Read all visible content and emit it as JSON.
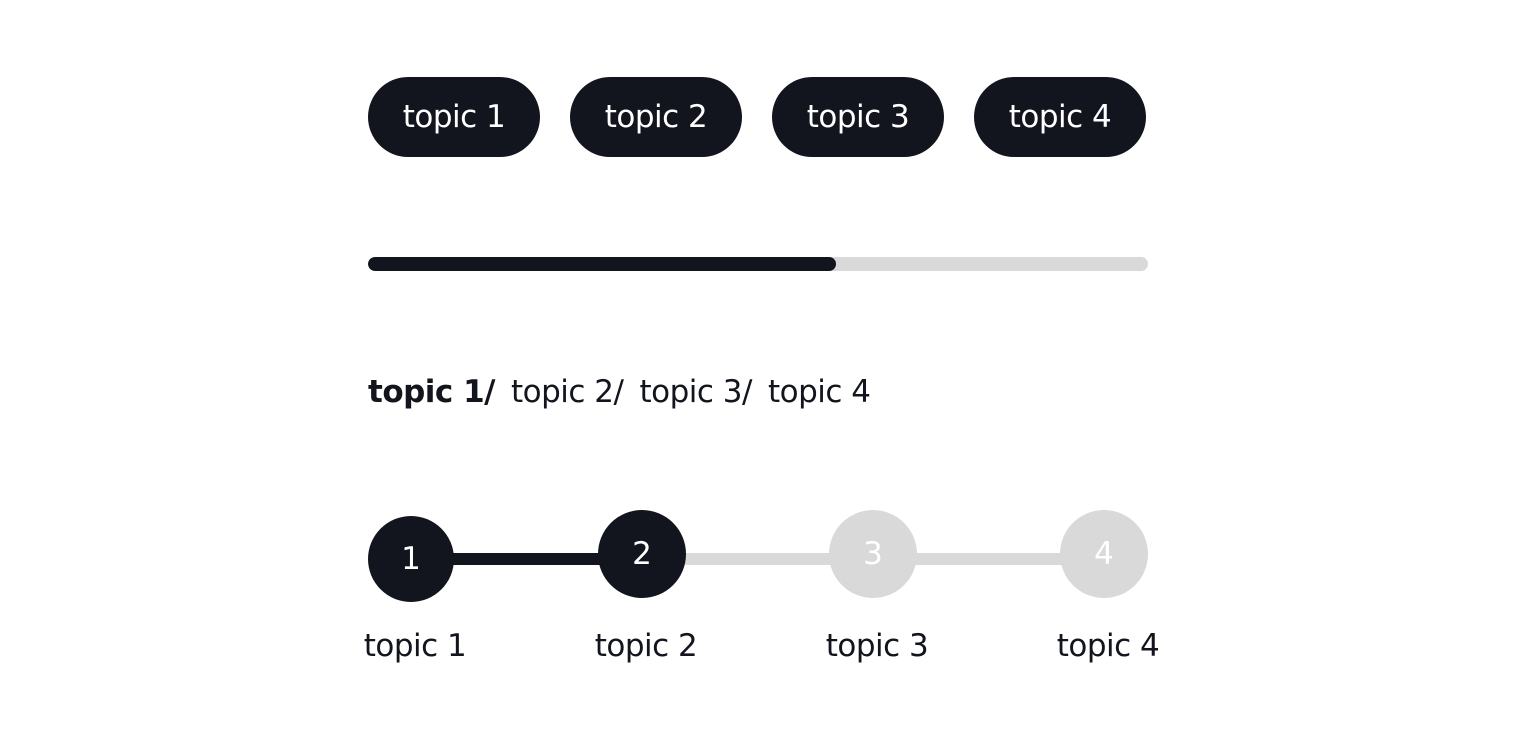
{
  "pills": [
    {
      "label": "topic 1"
    },
    {
      "label": "topic 2"
    },
    {
      "label": "topic 3"
    },
    {
      "label": "topic 4"
    }
  ],
  "progress": {
    "fraction": 0.6
  },
  "breadcrumb": [
    {
      "label": "topic 1/",
      "active": true
    },
    {
      "label": "topic 2/",
      "active": false
    },
    {
      "label": "topic 3/",
      "active": false
    },
    {
      "label": "topic 4",
      "active": false
    }
  ],
  "stepper": {
    "steps": [
      {
        "number": "1",
        "label": "topic 1",
        "state": "done"
      },
      {
        "number": "2",
        "label": "topic 2",
        "state": "done"
      },
      {
        "number": "3",
        "label": "topic 3",
        "state": "todo"
      },
      {
        "number": "4",
        "label": "topic 4",
        "state": "todo"
      }
    ]
  },
  "colors": {
    "dark": "#12151d",
    "inactive": "#d9d9d9",
    "background": "#ffffff"
  }
}
